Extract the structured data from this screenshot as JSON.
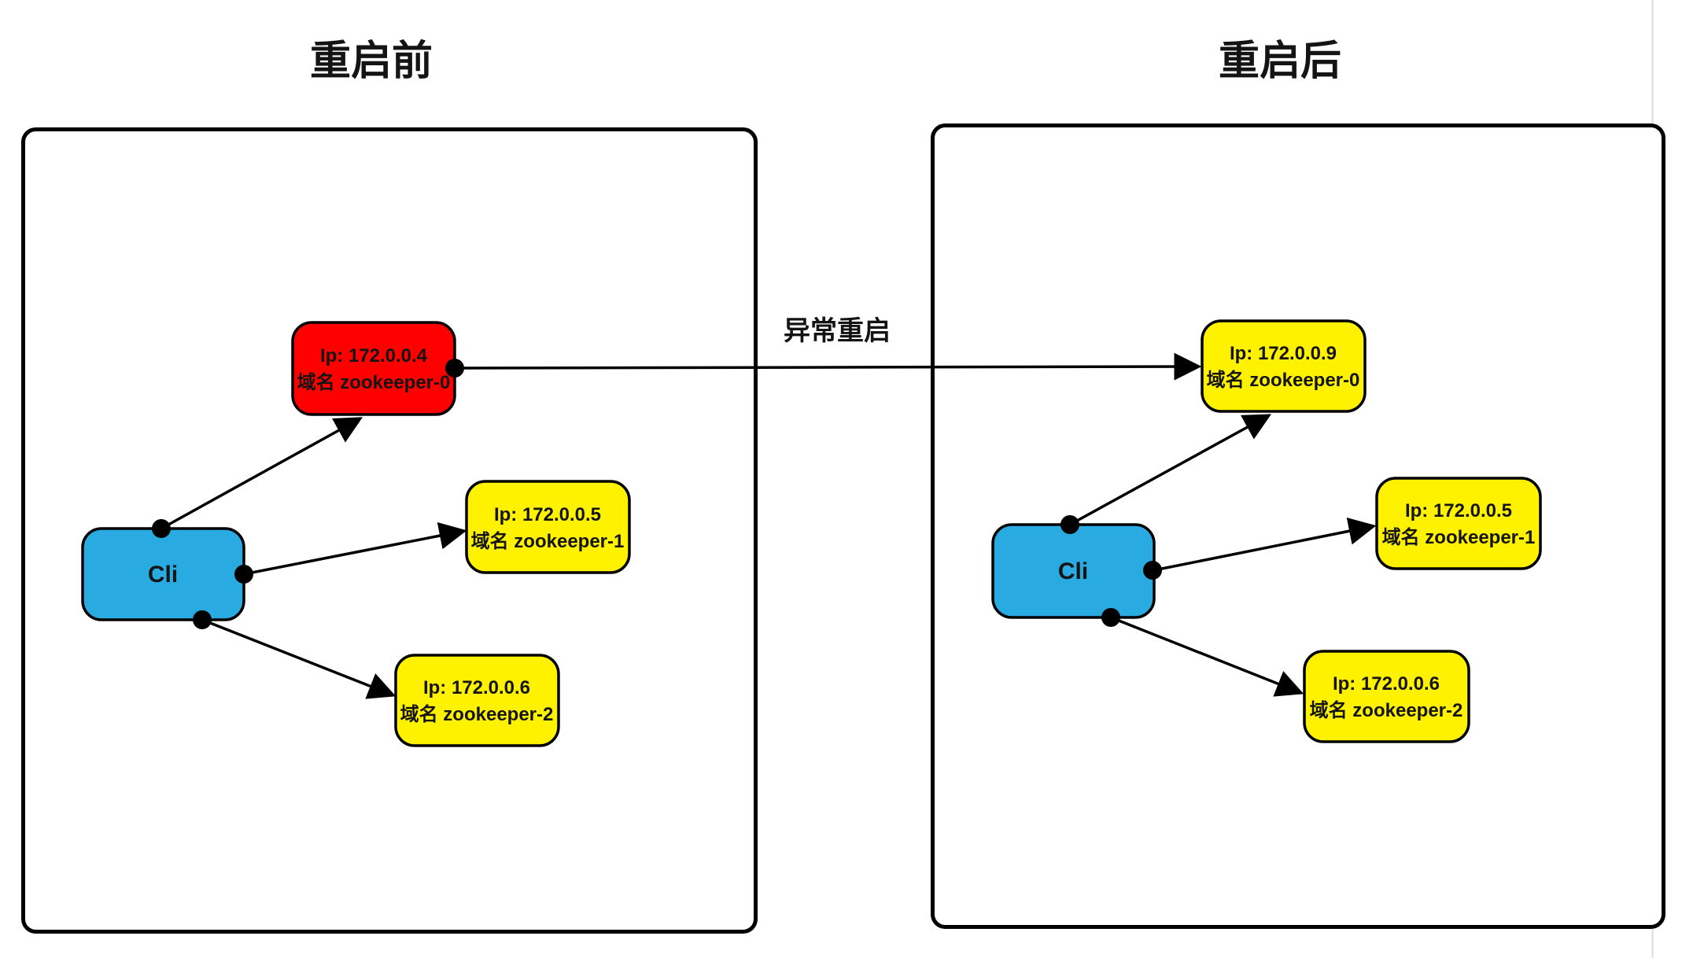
{
  "colors": {
    "abnormal_node": "#FF0000",
    "normal_node": "#FFF200",
    "client_node": "#29ABE2",
    "stroke": "#000000",
    "page_guide": "#DBDBDB"
  },
  "before": {
    "title": "重启前",
    "cli": "Cli",
    "zk0": {
      "ip": "Ip: 172.0.0.4",
      "domain": "域名 zookeeper-0"
    },
    "zk1": {
      "ip": "Ip: 172.0.0.5",
      "domain": "域名 zookeeper-1"
    },
    "zk2": {
      "ip": "Ip: 172.0.0.6",
      "domain": "域名 zookeeper-2"
    }
  },
  "after": {
    "title": "重启后",
    "cli": "Cli",
    "zk0": {
      "ip": "Ip: 172.0.0.9",
      "domain": "域名 zookeeper-0"
    },
    "zk1": {
      "ip": "Ip: 172.0.0.5",
      "domain": "域名 zookeeper-1"
    },
    "zk2": {
      "ip": "Ip: 172.0.0.6",
      "domain": "域名 zookeeper-2"
    }
  },
  "transition": {
    "label": "异常重启",
    "from": "zookeeper-0 (重启前)",
    "to": "zookeeper-0 (重启后)"
  },
  "edges": [
    {
      "panel": "before",
      "from": "Cli",
      "to": "zookeeper-0"
    },
    {
      "panel": "before",
      "from": "Cli",
      "to": "zookeeper-1"
    },
    {
      "panel": "before",
      "from": "Cli",
      "to": "zookeeper-2"
    },
    {
      "panel": "after",
      "from": "Cli",
      "to": "zookeeper-0"
    },
    {
      "panel": "after",
      "from": "Cli",
      "to": "zookeeper-1"
    },
    {
      "panel": "after",
      "from": "Cli",
      "to": "zookeeper-2"
    },
    {
      "panel": "cross",
      "from": "zookeeper-0 (before)",
      "to": "zookeeper-0 (after)"
    }
  ]
}
